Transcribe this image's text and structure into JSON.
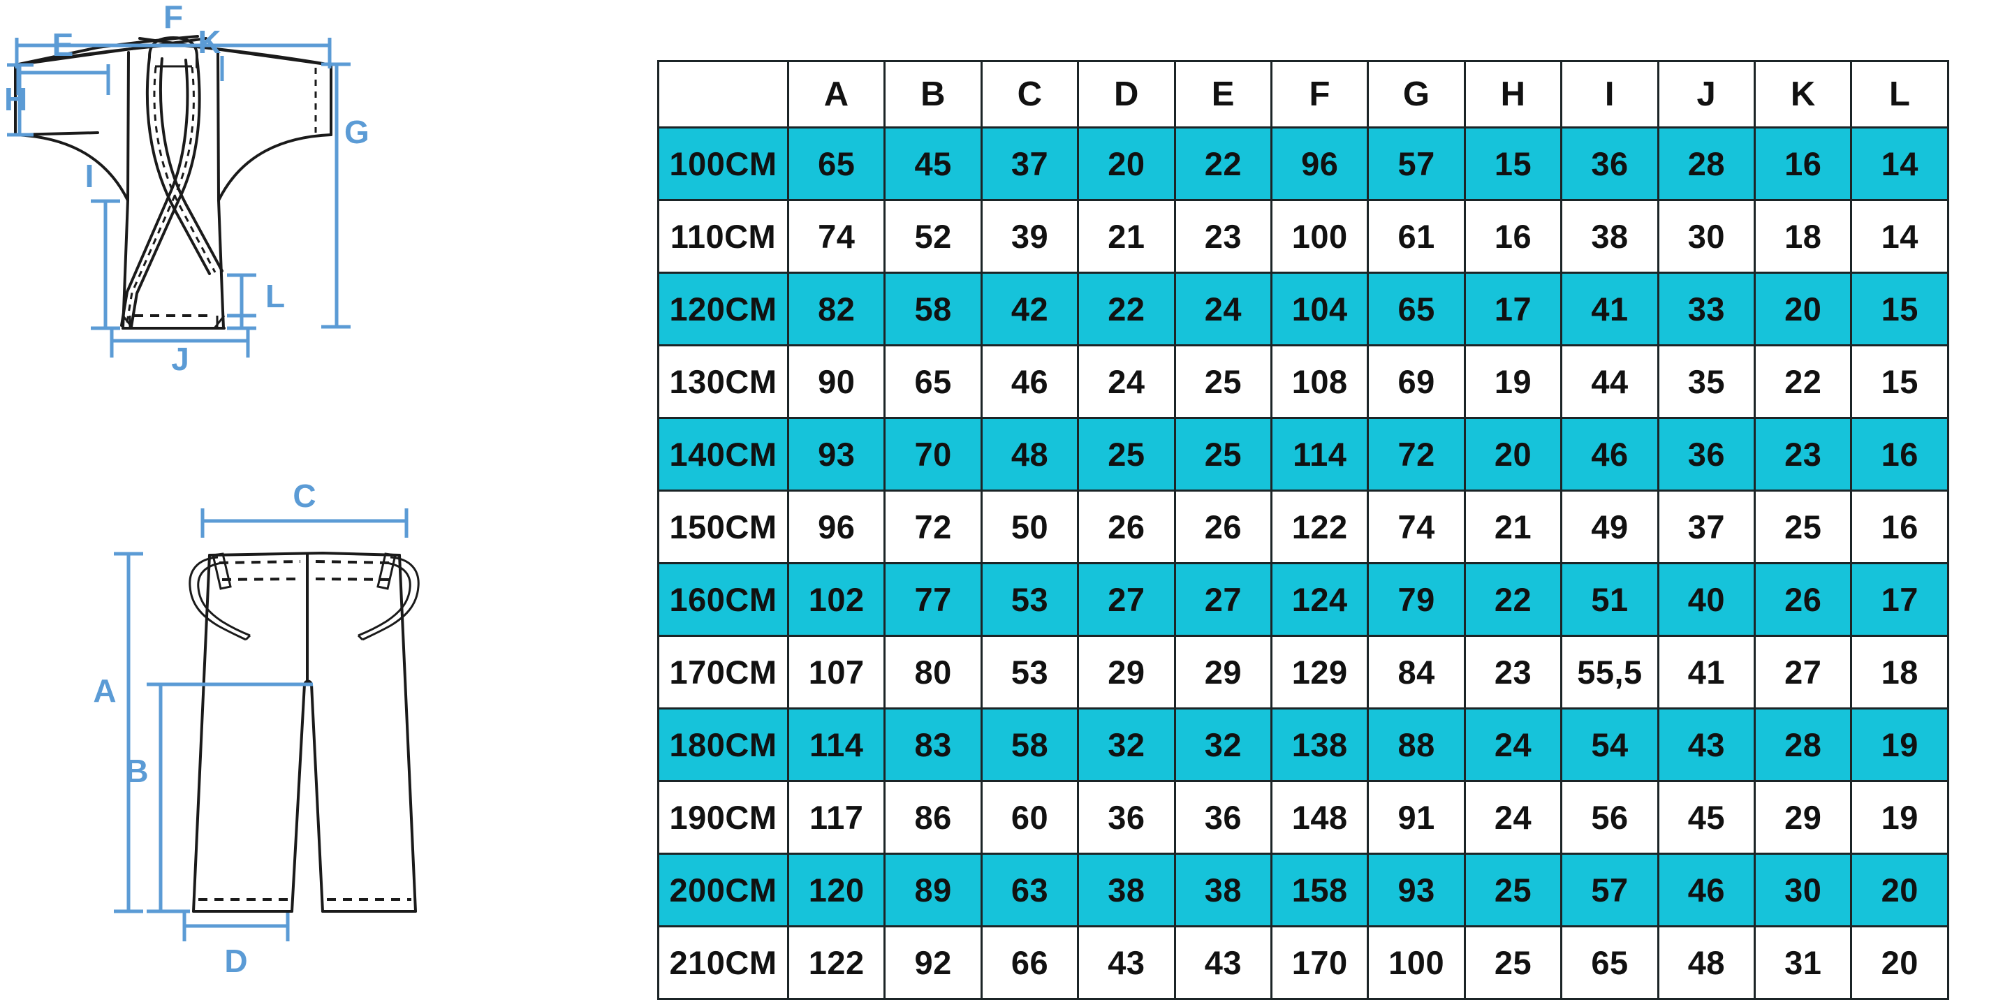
{
  "diagram": {
    "jacket": {
      "name": "karate-gi-jacket-technical-drawing",
      "labels": [
        "F",
        "E",
        "K",
        "H",
        "G",
        "I",
        "L",
        "J"
      ]
    },
    "pants": {
      "name": "karate-gi-pants-technical-drawing",
      "labels": [
        "C",
        "A",
        "B",
        "D"
      ]
    },
    "label_color": "#5b9bd5",
    "outline_color": "#1a1a1a"
  },
  "table": {
    "accent_color": "#16c3da",
    "border_color": "#1b2426",
    "corner_header": "",
    "columns": [
      "A",
      "B",
      "C",
      "D",
      "E",
      "F",
      "G",
      "H",
      "I",
      "J",
      "K",
      "L"
    ],
    "rows": [
      {
        "size": "100CM",
        "highlight": true,
        "values": [
          "65",
          "45",
          "37",
          "20",
          "22",
          "96",
          "57",
          "15",
          "36",
          "28",
          "16",
          "14"
        ]
      },
      {
        "size": "110CM",
        "highlight": false,
        "values": [
          "74",
          "52",
          "39",
          "21",
          "23",
          "100",
          "61",
          "16",
          "38",
          "30",
          "18",
          "14"
        ]
      },
      {
        "size": "120CM",
        "highlight": true,
        "values": [
          "82",
          "58",
          "42",
          "22",
          "24",
          "104",
          "65",
          "17",
          "41",
          "33",
          "20",
          "15"
        ]
      },
      {
        "size": "130CM",
        "highlight": false,
        "values": [
          "90",
          "65",
          "46",
          "24",
          "25",
          "108",
          "69",
          "19",
          "44",
          "35",
          "22",
          "15"
        ]
      },
      {
        "size": "140CM",
        "highlight": true,
        "values": [
          "93",
          "70",
          "48",
          "25",
          "25",
          "114",
          "72",
          "20",
          "46",
          "36",
          "23",
          "16"
        ]
      },
      {
        "size": "150CM",
        "highlight": false,
        "values": [
          "96",
          "72",
          "50",
          "26",
          "26",
          "122",
          "74",
          "21",
          "49",
          "37",
          "25",
          "16"
        ]
      },
      {
        "size": "160CM",
        "highlight": true,
        "values": [
          "102",
          "77",
          "53",
          "27",
          "27",
          "124",
          "79",
          "22",
          "51",
          "40",
          "26",
          "17"
        ]
      },
      {
        "size": "170CM",
        "highlight": false,
        "values": [
          "107",
          "80",
          "53",
          "29",
          "29",
          "129",
          "84",
          "23",
          "55,5",
          "41",
          "27",
          "18"
        ]
      },
      {
        "size": "180CM",
        "highlight": true,
        "values": [
          "114",
          "83",
          "58",
          "32",
          "32",
          "138",
          "88",
          "24",
          "54",
          "43",
          "28",
          "19"
        ]
      },
      {
        "size": "190CM",
        "highlight": false,
        "values": [
          "117",
          "86",
          "60",
          "36",
          "36",
          "148",
          "91",
          "24",
          "56",
          "45",
          "29",
          "19"
        ]
      },
      {
        "size": "200CM",
        "highlight": true,
        "values": [
          "120",
          "89",
          "63",
          "38",
          "38",
          "158",
          "93",
          "25",
          "57",
          "46",
          "30",
          "20"
        ]
      },
      {
        "size": "210CM",
        "highlight": false,
        "values": [
          "122",
          "92",
          "66",
          "43",
          "43",
          "170",
          "100",
          "25",
          "65",
          "48",
          "31",
          "20"
        ]
      }
    ]
  }
}
